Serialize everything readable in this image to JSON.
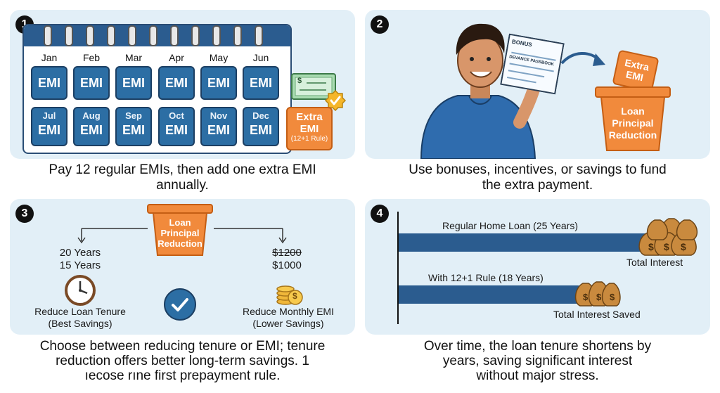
{
  "panel1": {
    "number": "1",
    "months": [
      "Jan",
      "Feb",
      "Mar",
      "Apr",
      "May",
      "Jun"
    ],
    "months2": [
      "Jul",
      "Aug",
      "Sep",
      "Oct",
      "Nov",
      "Dec"
    ],
    "emi_label": "EMI",
    "extra_box": {
      "line1": "Extra",
      "line2": "EMI",
      "line3": "(12+1 Rule)"
    },
    "cheque_symbol": "$",
    "caption_line1": "Pay 12 regular EMIs, then add one extra EMI",
    "caption_line2": "annually."
  },
  "panel2": {
    "number": "2",
    "doc_title": "BONUS",
    "doc_line": "DEVANCE PASSBOOK",
    "extra_line1": "Extra",
    "extra_line2": "EMI",
    "pot_line1": "Loan",
    "pot_line2": "Principal",
    "pot_line3": "Reduction",
    "caption_line1": "Use bonuses, incentives, or savings to fund",
    "caption_line2": "the extra payment."
  },
  "panel3": {
    "number": "3",
    "pot_line1": "Loan",
    "pot_line2": "Principal",
    "pot_line3": "Reduction",
    "left_old": "20 Years",
    "left_new": "15 Years",
    "right_old": "$1200",
    "right_new": "$1000",
    "left_label1": "Reduce Loan Tenure",
    "left_label2": "(Best Savings)",
    "right_label1": "Reduce Monthly EMI",
    "right_label2": "(Lower Savings)",
    "coin_symbol": "$",
    "caption_line1": "Choose between reducing tenure or EMI; tenure",
    "caption_line2": "reduction offers better long-term savings. 1",
    "caption_line3": "ıecose rıne first  prepayment  rule."
  },
  "panel4": {
    "number": "4",
    "bar1_label": "Regular Home Loan (25 Years)",
    "bar1_note": "Total Interest",
    "bar2_label": "With 12+1 Rule (18 Years)",
    "bar2_note": "Total Interest Saved",
    "bag_symbol": "$",
    "caption_line1": "Over time, the loan tenure shortens by",
    "caption_line2": "years, saving significant interest",
    "caption_line3": "without major stress."
  },
  "colors": {
    "panel_bg": "#e2eff7",
    "emi_blue": "#2c6ea4",
    "orange": "#f18a3c",
    "shirt_blue": "#2f6cae",
    "bar_blue": "#2b5c8f",
    "money_bag": "#c98a3e"
  }
}
